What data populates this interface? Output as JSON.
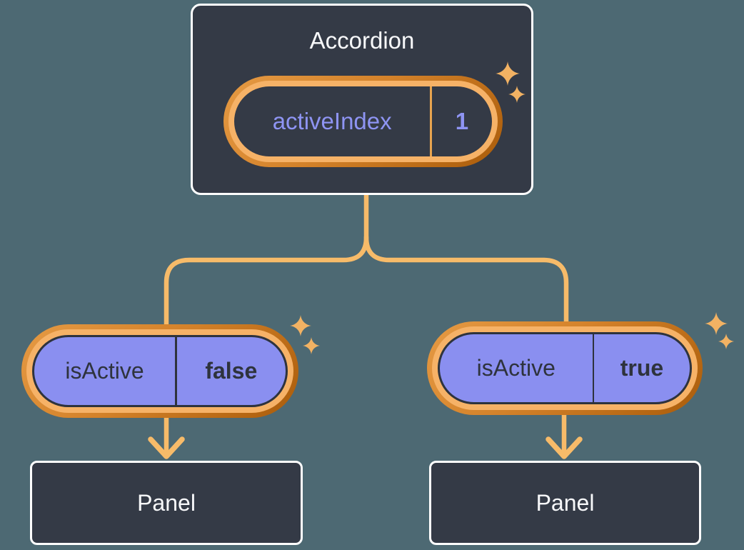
{
  "diagram": {
    "root": {
      "title": "Accordion",
      "state": {
        "name": "activeIndex",
        "value": "1"
      }
    },
    "children": [
      {
        "state": {
          "name": "isActive",
          "value": "false"
        },
        "panel": {
          "label": "Panel"
        }
      },
      {
        "state": {
          "name": "isActive",
          "value": "true"
        },
        "panel": {
          "label": "Panel"
        }
      }
    ],
    "icons": {
      "sparkle": "four-point-star"
    },
    "colors": {
      "background": "#4d6973",
      "node_fill": "#343a46",
      "node_border": "#ffffff",
      "pill_fill_purple": "#8a8ff0",
      "ring_light_orange": "#f6b267",
      "ring_dark_orange": "#aa5c0a",
      "connector": "#f7bb69",
      "sparkle": "#f2b263",
      "divider_orange": "#e8a44f",
      "text_dark": "#2e333d",
      "text_purple": "#8e94f3",
      "text_light": "#f7f8fa"
    }
  }
}
